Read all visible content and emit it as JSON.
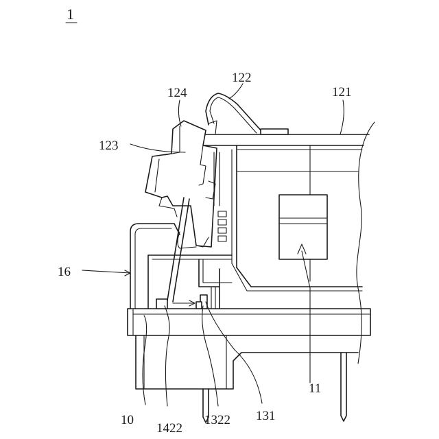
{
  "figure_number": "1",
  "labels": {
    "l10": "10",
    "l11": "11",
    "l16": "16",
    "l121": "121",
    "l122": "122",
    "l123": "123",
    "l124": "124",
    "l131": "131",
    "l1322": "1322",
    "l1422": "1422"
  }
}
